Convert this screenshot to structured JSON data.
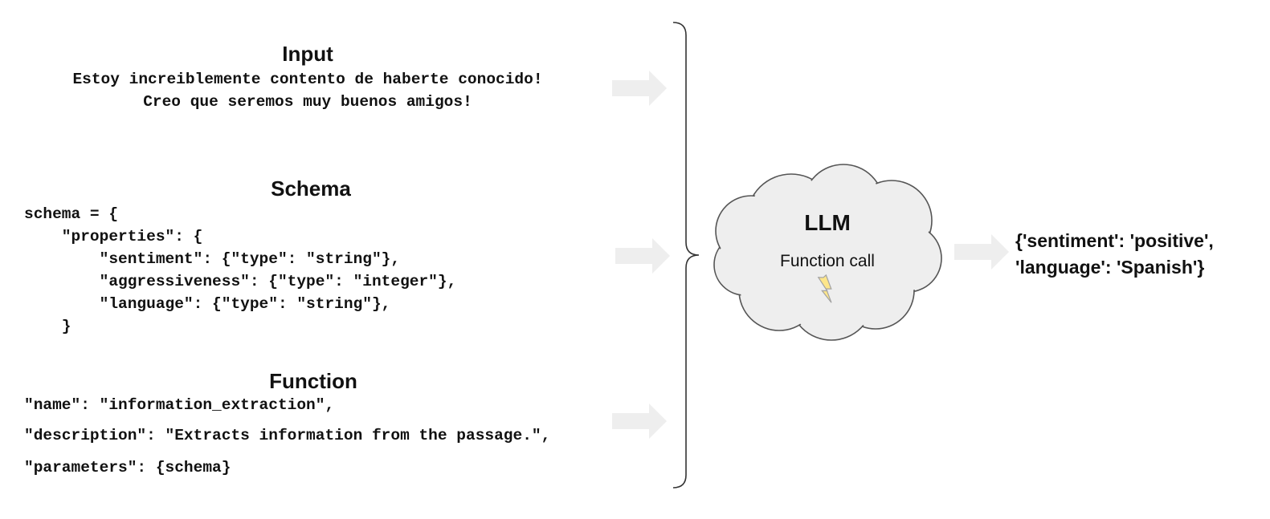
{
  "input": {
    "heading": "Input",
    "lines": [
      "Estoy increiblemente contento de haberte conocido!",
      "Creo que seremos muy buenos amigos!"
    ]
  },
  "schema": {
    "heading": "Schema",
    "lines": [
      "schema = {",
      "    \"properties\": {",
      "        \"sentiment\": {\"type\": \"string\"},",
      "        \"aggressiveness\": {\"type\": \"integer\"},",
      "        \"language\": {\"type\": \"string\"},",
      "    }"
    ]
  },
  "function": {
    "heading": "Function",
    "lines": [
      "\"name\": \"information_extraction\",",
      "\"description\": \"Extracts information from the passage.\",",
      "\"parameters\": {schema}"
    ]
  },
  "llm": {
    "title": "LLM",
    "subtitle": "Function call"
  },
  "output": {
    "lines": [
      "{'sentiment': 'positive',",
      "'language': 'Spanish'}"
    ]
  },
  "colors": {
    "arrow": "#eeeeee",
    "cloud_fill": "#eeeeee",
    "cloud_stroke": "#555555",
    "bolt_fill": "#fde68a",
    "bolt_stroke": "#a3a3a3",
    "brace": "#333333"
  },
  "icons": {
    "bolt": "lightning-bolt-icon",
    "cloud": "cloud-shape"
  }
}
